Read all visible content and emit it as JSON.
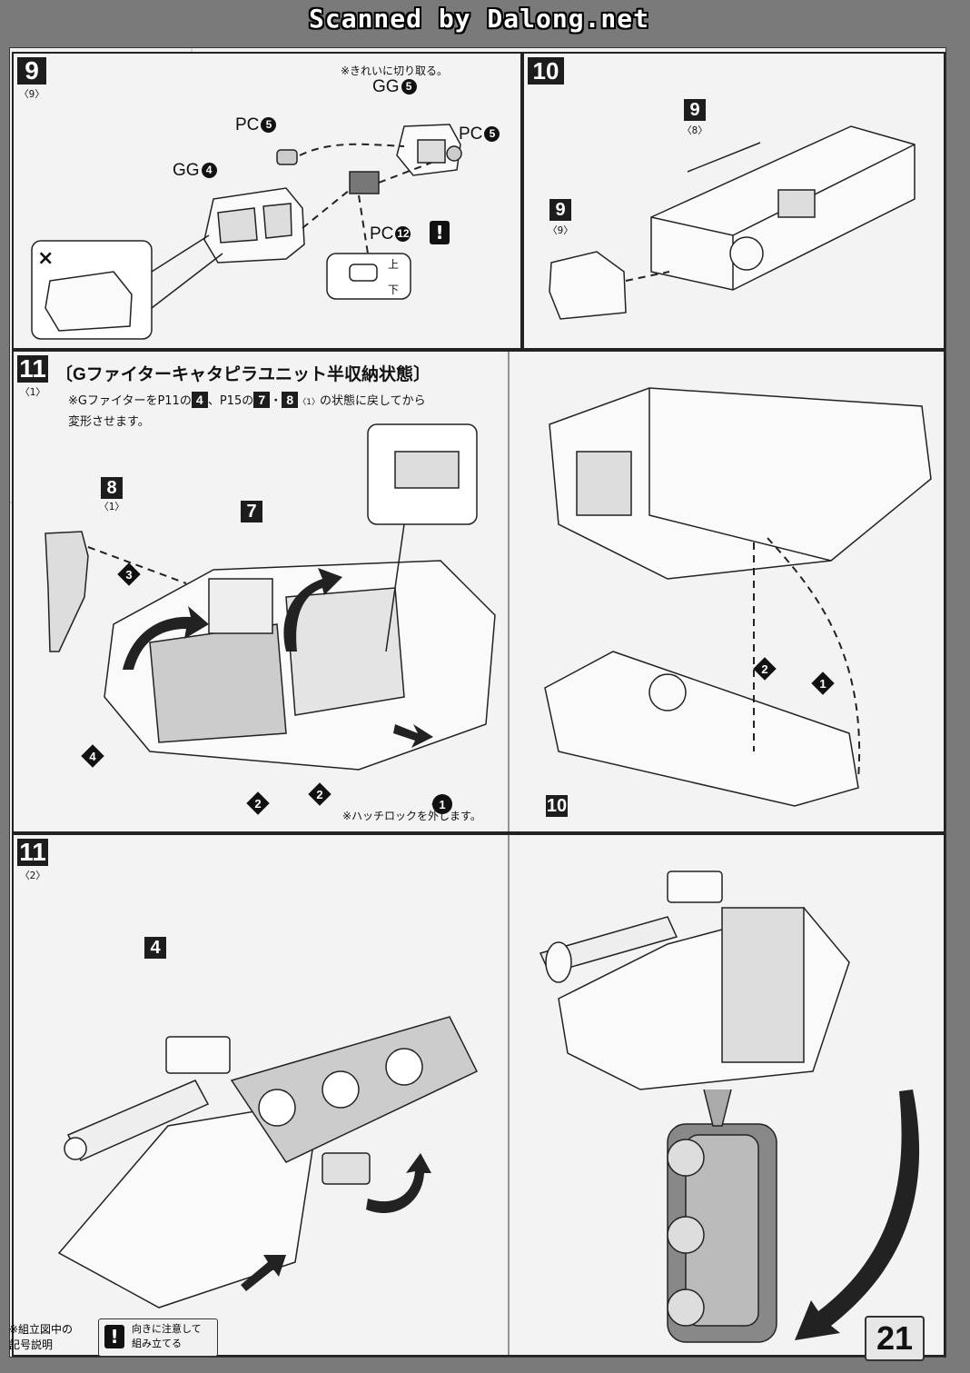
{
  "scan_banner": "Scanned by Dalong.net",
  "steps": {
    "s9": {
      "number": "9",
      "sub": "〈9〉",
      "note": "※きれいに切り取る。",
      "parts": {
        "gg5": "GG",
        "gg5_n": "5",
        "pc5a": "PC",
        "pc5a_n": "5",
        "pc5b": "PC",
        "pc5b_n": "5",
        "gg4": "GG",
        "gg4_n": "4",
        "pc12": "PC",
        "pc12_n": "12"
      },
      "orient": {
        "up": "上",
        "down": "下"
      },
      "wrong_mark": "×"
    },
    "s10": {
      "number": "10",
      "ref_top": "9",
      "ref_top_sub": "〈8〉",
      "ref_left": "9",
      "ref_left_sub": "〈9〉"
    },
    "s11_1": {
      "number": "11",
      "sub": "〈1〉",
      "title": "〔Gファイターキャタピラユニット半収納状態〕",
      "desc_pre": "※GファイターをP11の",
      "desc_ref1": "4",
      "desc_mid": "、P15の",
      "desc_ref2": "7",
      "desc_dot": "・",
      "desc_ref3": "8",
      "desc_ref3_sub": "〈1〉",
      "desc_post": "の状態に戻してから",
      "desc_line2": "変形させます。",
      "ref8": "8",
      "ref8_sub": "〈1〉",
      "ref7": "7",
      "ref10": "10",
      "arrows": [
        "1",
        "2",
        "2",
        "3",
        "4"
      ],
      "right_arrows": [
        "1",
        "2"
      ],
      "hatch_note": "※ハッチロックを外します。"
    },
    "s11_2": {
      "number": "11",
      "sub": "〈2〉",
      "ref4": "4"
    }
  },
  "legend": {
    "title": "※組立図中の",
    "title2": "記号説明",
    "symbol": "!",
    "desc1": "向きに注意して",
    "desc2": "組み立てる"
  },
  "page_number": "21"
}
